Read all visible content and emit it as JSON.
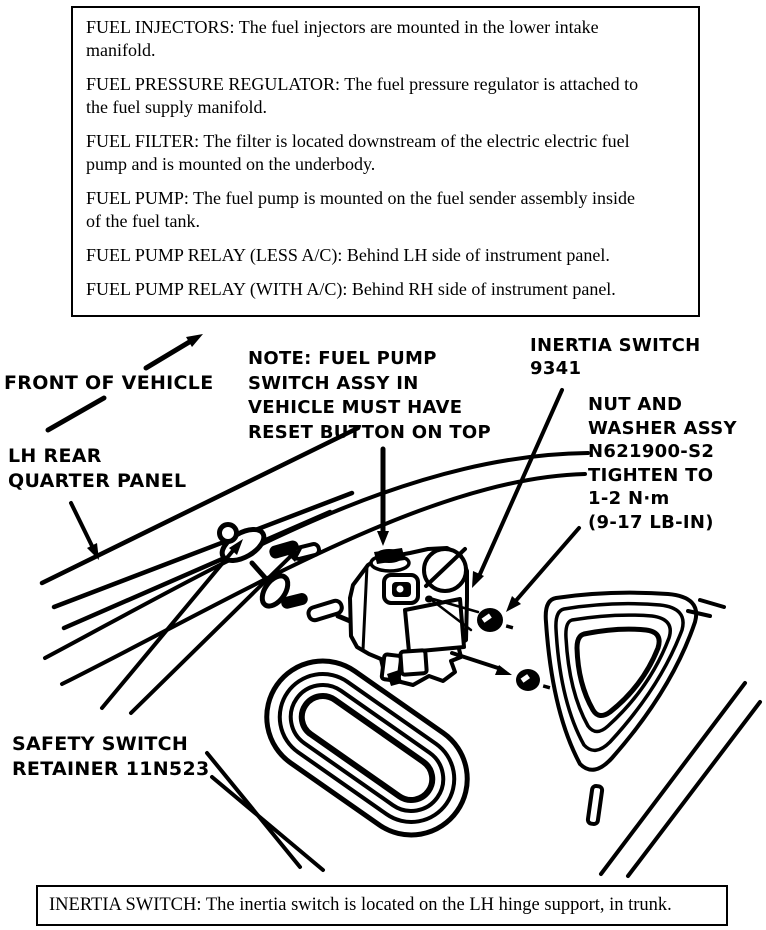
{
  "info_box": {
    "paragraphs": [
      {
        "lines": [
          "FUEL INJECTORS: The fuel injectors are mounted in the lower intake",
          "manifold."
        ]
      },
      {
        "lines": [
          "FUEL PRESSURE REGULATOR: The fuel pressure regulator is attached to",
          "the fuel supply manifold."
        ]
      },
      {
        "lines": [
          "FUEL FILTER: The filter is located downstream of the electric electric fuel",
          "pump and is mounted on the underbody."
        ]
      },
      {
        "lines": [
          "FUEL PUMP: The fuel pump is mounted on the fuel sender assembly inside",
          "of the fuel tank."
        ]
      },
      {
        "lines": [
          "FUEL PUMP RELAY (LESS A/C): Behind LH side of instrument panel."
        ]
      },
      {
        "lines": [
          "FUEL PUMP RELAY (WITH A/C): Behind RH side of instrument panel."
        ]
      }
    ]
  },
  "caption_box": {
    "text": "INERTIA SWITCH: The inertia switch is located on the LH hinge support, in trunk."
  },
  "diagram": {
    "labels": {
      "front_of_vehicle": {
        "lines": [
          "FRONT OF VEHICLE"
        ]
      },
      "lh_rear_quarter_panel": {
        "lines": [
          "LH REAR",
          "QUARTER PANEL"
        ]
      },
      "note": {
        "lines": [
          "NOTE: FUEL PUMP",
          "SWITCH ASSY IN",
          "VEHICLE MUST HAVE",
          "RESET BUTTON ON TOP"
        ]
      },
      "inertia_switch": {
        "lines": [
          "INERTIA SWITCH",
          "9341"
        ]
      },
      "nut_washer": {
        "lines": [
          "NUT AND",
          "WASHER ASSY",
          "N621900-S2",
          "TIGHTEN TO",
          "1-2 N·m",
          "(9-17 LB-IN)"
        ]
      },
      "safety_switch_retainer": {
        "lines": [
          "SAFETY SWITCH",
          "RETAINER 11N523"
        ]
      }
    },
    "colors": {
      "ink": "#000000",
      "paper": "#ffffff"
    }
  }
}
